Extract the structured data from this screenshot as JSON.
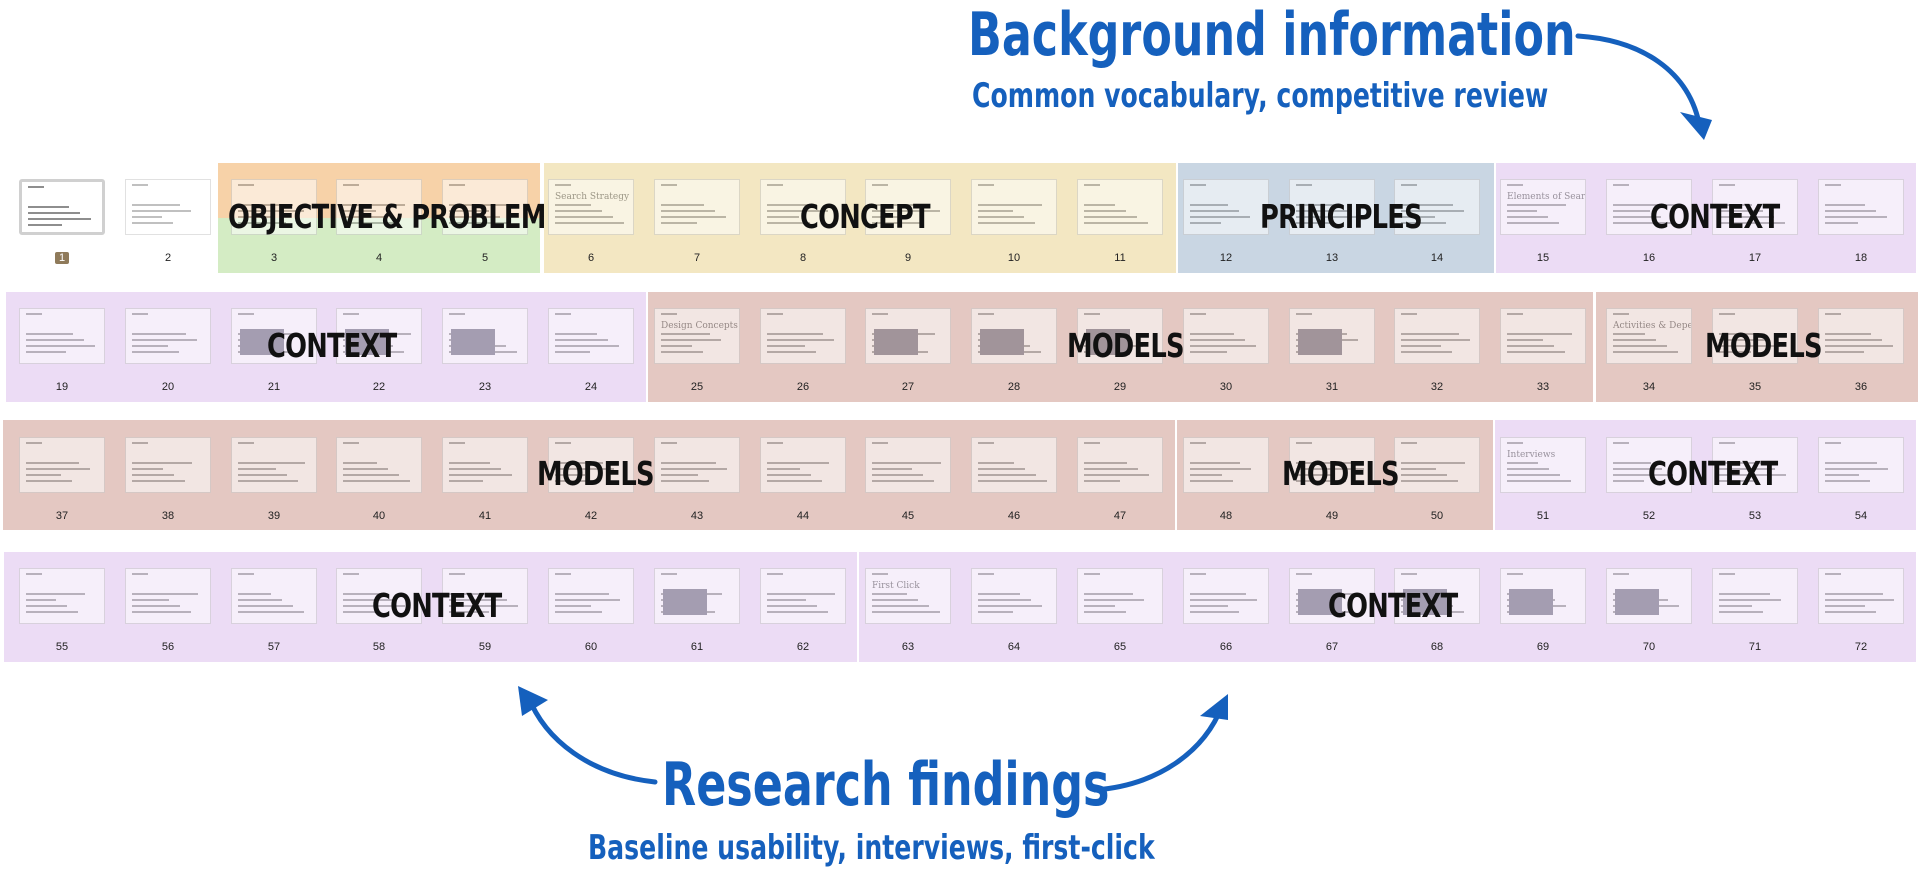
{
  "annotations": {
    "background": {
      "title": "Background information",
      "subtitle": "Common vocabulary, competitive review"
    },
    "research": {
      "title": "Research findings",
      "subtitle": "Baseline usability, interviews, first-click"
    }
  },
  "colors": {
    "objective_top": "#f7d2a8",
    "objective_bottom": "#d4ecc4",
    "concept": "#f3e7c2",
    "principles": "#c9d6e3",
    "context": "#ecdcf5",
    "models": "#e4c8c2",
    "annotation": "#1560bd"
  },
  "bands": [
    {
      "label": "OBJECTIVE & PROBLEM",
      "color": "objective"
    },
    {
      "label": "CONCEPT",
      "color": "concept"
    },
    {
      "label": "PRINCIPLES",
      "color": "principles"
    },
    {
      "label": "CONTEXT",
      "color": "context"
    },
    {
      "label": "CONTEXT",
      "color": "context"
    },
    {
      "label": "MODELS",
      "color": "models"
    },
    {
      "label": "MODELS",
      "color": "models"
    },
    {
      "label": "MODELS",
      "color": "models"
    },
    {
      "label": "MODELS",
      "color": "models"
    },
    {
      "label": "CONTEXT",
      "color": "context"
    },
    {
      "label": "CONTEXT",
      "color": "context"
    },
    {
      "label": "CONTEXT",
      "color": "context"
    }
  ],
  "slide_titles": {
    "6": "Search Strategy",
    "15": "Elements of Search",
    "25": "Design Concepts",
    "34": "Activities & Dependencies",
    "51": "Interviews",
    "63": "First Click"
  },
  "slides": [
    "1",
    "2",
    "3",
    "4",
    "5",
    "6",
    "7",
    "8",
    "9",
    "10",
    "11",
    "12",
    "13",
    "14",
    "15",
    "16",
    "17",
    "18",
    "19",
    "20",
    "21",
    "22",
    "23",
    "24",
    "25",
    "26",
    "27",
    "28",
    "29",
    "30",
    "31",
    "32",
    "33",
    "34",
    "35",
    "36",
    "37",
    "38",
    "39",
    "40",
    "41",
    "42",
    "43",
    "44",
    "45",
    "46",
    "47",
    "48",
    "49",
    "50",
    "51",
    "52",
    "53",
    "54",
    "55",
    "56",
    "57",
    "58",
    "59",
    "60",
    "61",
    "62",
    "63",
    "64",
    "65",
    "66",
    "67",
    "68",
    "69",
    "70",
    "71",
    "72"
  ],
  "selected_slide": "1"
}
